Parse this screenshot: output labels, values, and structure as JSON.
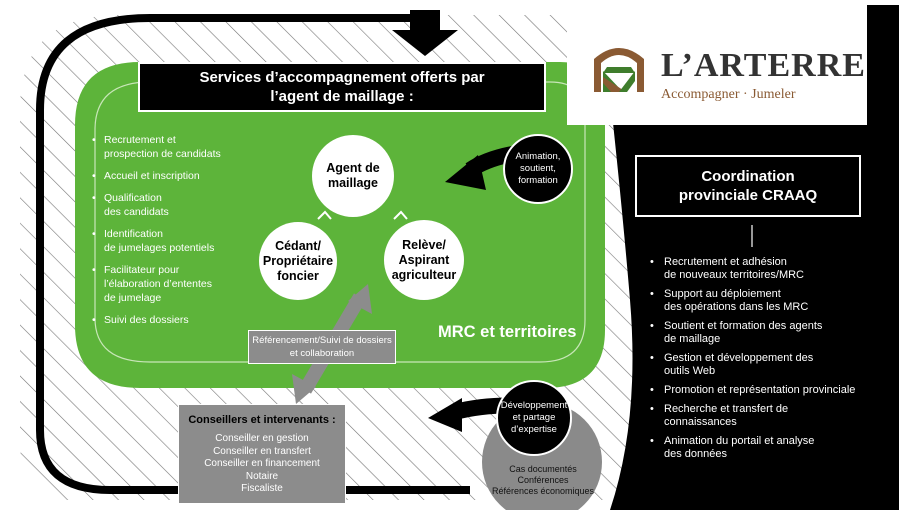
{
  "title": {
    "line1": "Services d’accompagnement offerts par",
    "line2": "l’agent de maillage :"
  },
  "services": [
    {
      "lines": [
        "Recrutement et",
        "prospection de candidats"
      ]
    },
    {
      "lines": [
        "Accueil et inscription"
      ]
    },
    {
      "lines": [
        "Qualification",
        "des candidats"
      ]
    },
    {
      "lines": [
        "Identification",
        "de jumelages potentiels"
      ]
    },
    {
      "lines": [
        "Facilitateur pour",
        "l’élaboration d’ententes",
        "de jumelage"
      ]
    },
    {
      "lines": [
        "Suivi des dossiers"
      ]
    }
  ],
  "circles": {
    "agent": [
      "Agent de",
      "maillage"
    ],
    "cedant": [
      "Cédant/",
      "Propriétaire",
      "foncier"
    ],
    "releve": [
      "Relève/",
      "Aspirant",
      "agriculteur"
    ]
  },
  "referencement": [
    "Référencement/Suivi de dossiers",
    "et collaboration"
  ],
  "mrc_label": "MRC et territoires",
  "animation": [
    "Animation,",
    "soutient,",
    "formation"
  ],
  "developpement": [
    "Développement",
    "et partage",
    "d’expertise"
  ],
  "conseillers": {
    "title": "Conseillers et intervenants :",
    "items": [
      "Conseiller en gestion",
      "Conseiller en transfert",
      "Conseiller en financement",
      "Notaire",
      "Fiscaliste"
    ]
  },
  "resources": [
    "Cas documentés",
    "Conférences",
    "Références économiques"
  ],
  "logo": {
    "name": "L’ARTERRE",
    "tagline": "Accompagner · Jumeler"
  },
  "coordination": {
    "line1": "Coordination",
    "line2": "provinciale CRAAQ"
  },
  "coord_items": [
    {
      "lines": [
        "Recrutement et adhésion",
        "de nouveaux territoires/MRC"
      ]
    },
    {
      "lines": [
        "Support au déploiement",
        "des opérations dans les MRC"
      ]
    },
    {
      "lines": [
        "Soutient et formation des agents",
        "de maillage"
      ]
    },
    {
      "lines": [
        "Gestion et développement des",
        "outils Web"
      ]
    },
    {
      "lines": [
        "Promotion et représentation provinciale"
      ]
    },
    {
      "lines": [
        "Recherche et transfert de",
        "connaissances"
      ]
    },
    {
      "lines": [
        "Animation du portail et analyse",
        "des données"
      ]
    }
  ],
  "colors": {
    "green": "#5db43a",
    "black": "#000000",
    "gray": "#8c8c8c",
    "logo_brown": "#8a5a33",
    "logo_green": "#3f7d2c",
    "logo_text": "#333333"
  }
}
